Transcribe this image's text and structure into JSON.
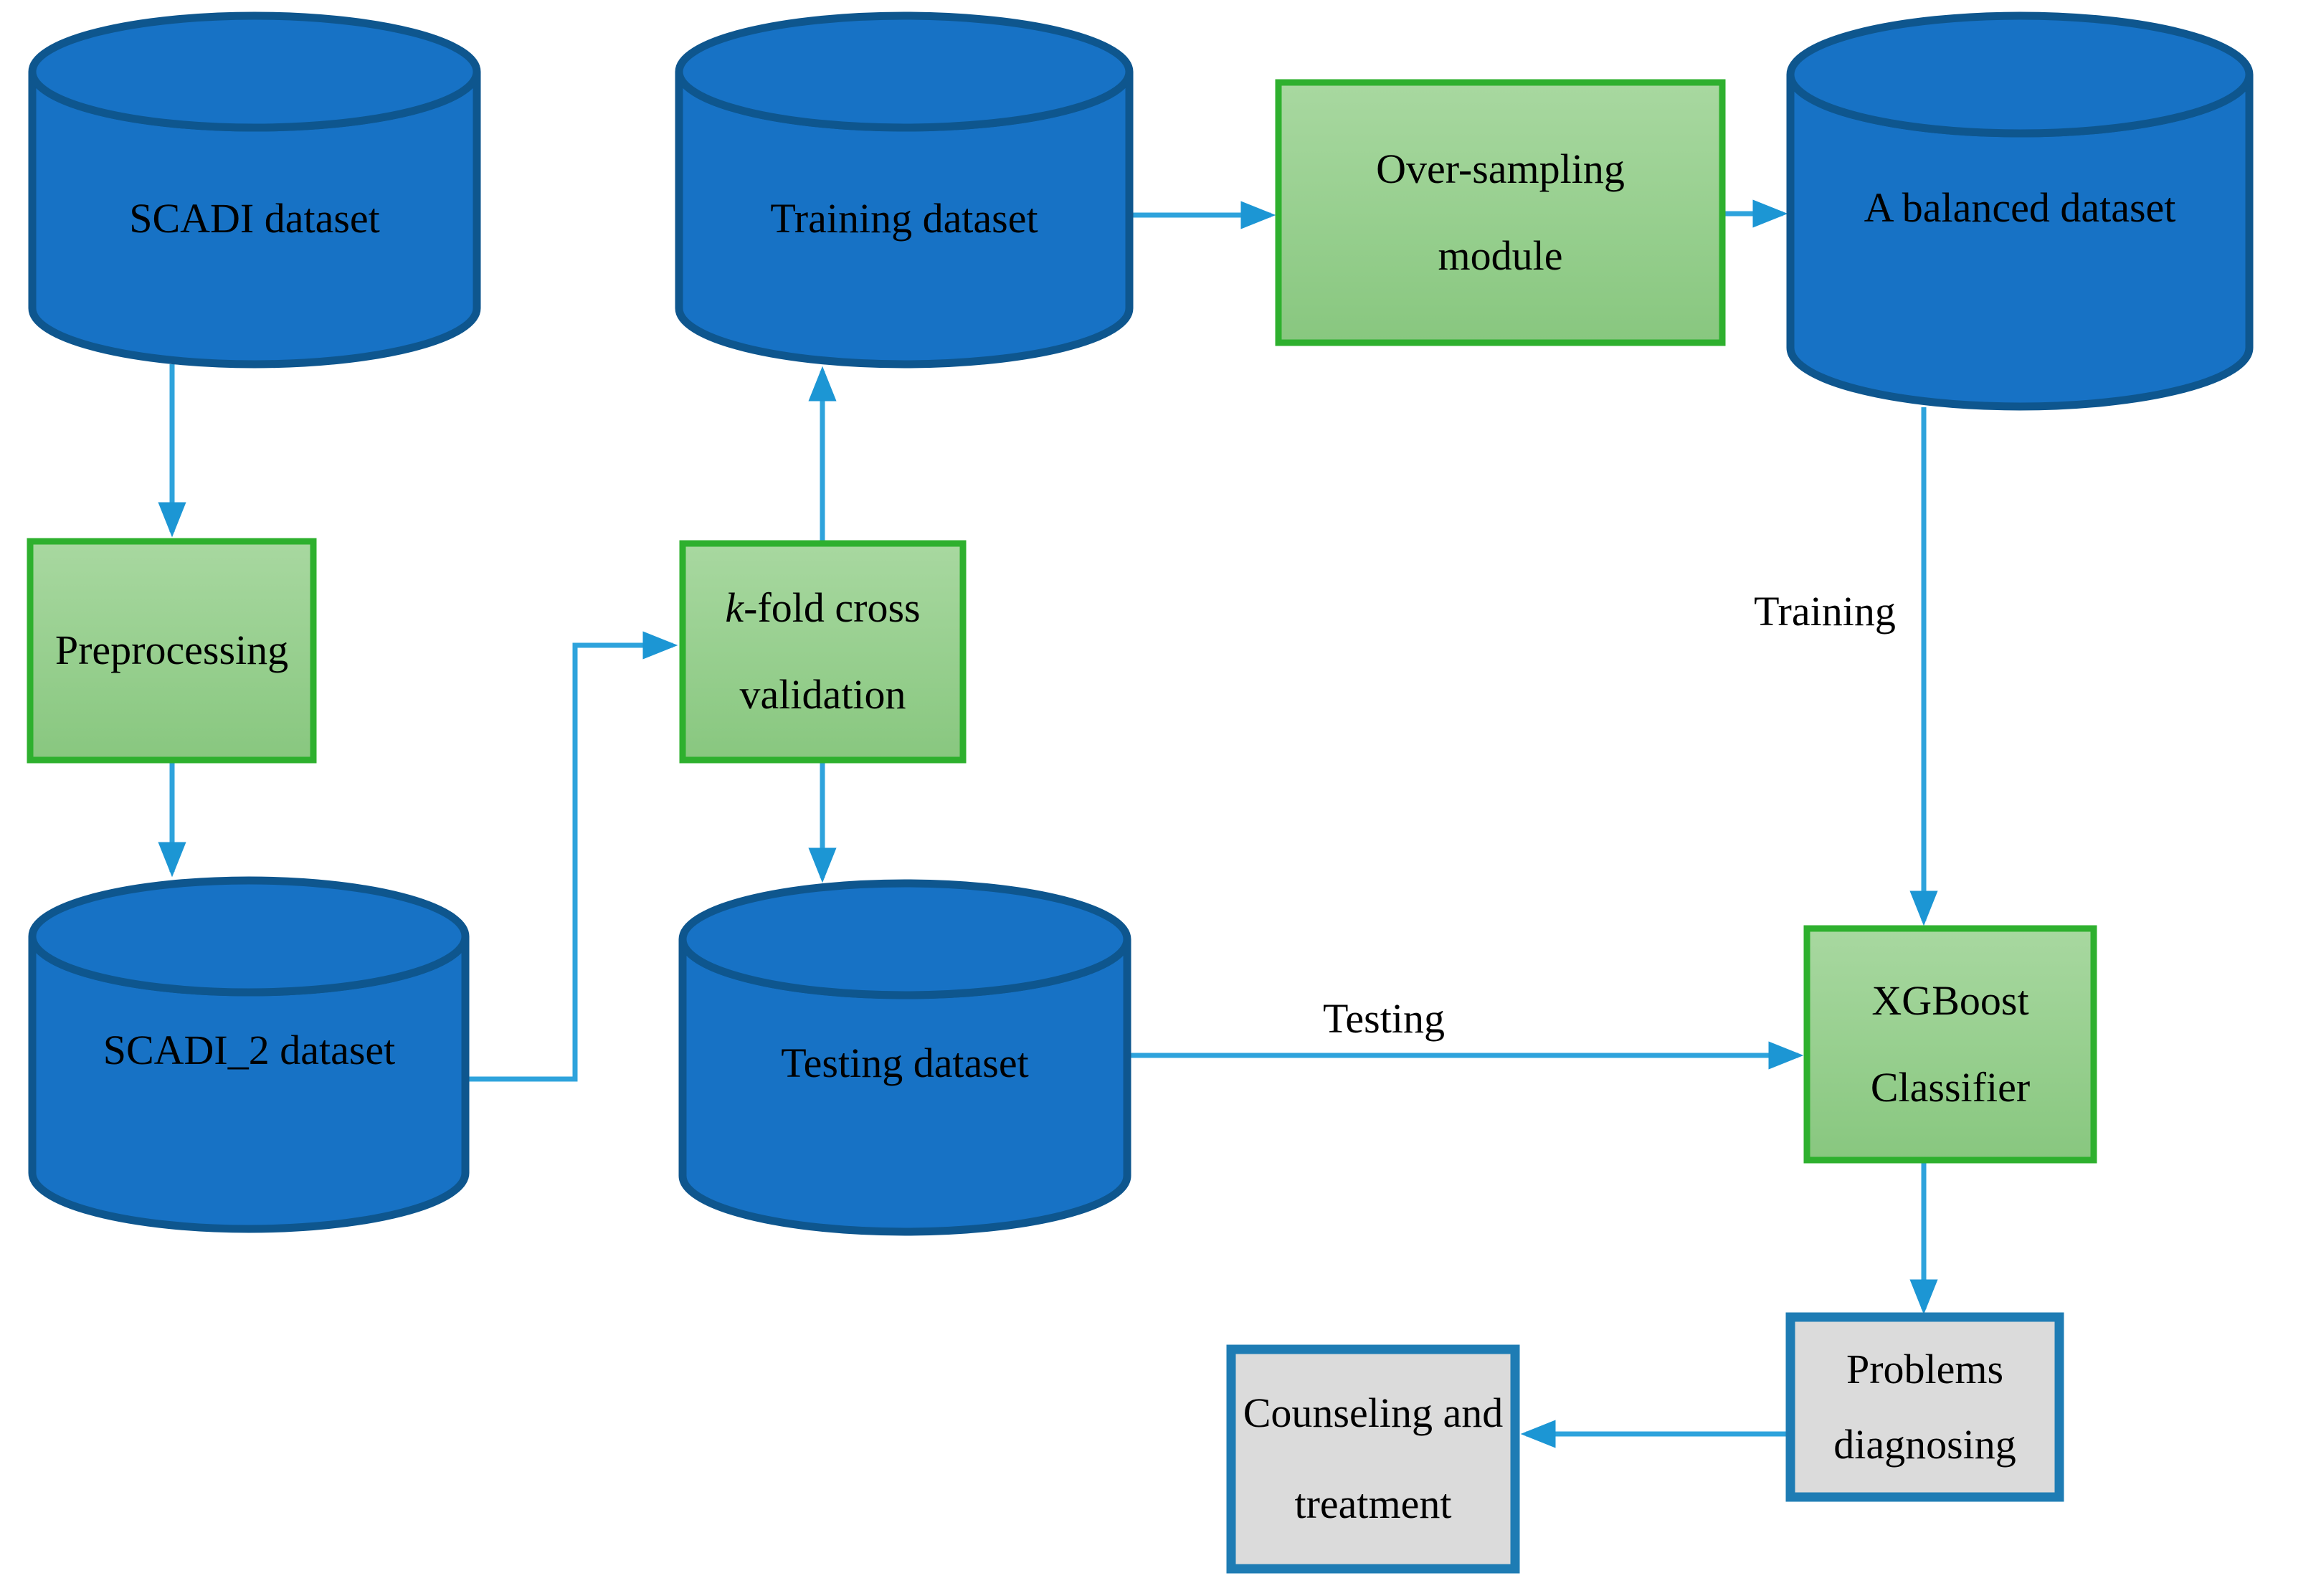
{
  "figure": {
    "type": "flowchart",
    "background": "#ffffff"
  },
  "palette": {
    "cylinder_fill": "#1772C5",
    "cylinder_border": "#0E568E",
    "process_fill_top": "#A8D8A0",
    "process_fill_bottom": "#88C77F",
    "process_border": "#2EB02E",
    "result_fill": "#DBDBDB",
    "result_border": "#1E7CB4",
    "arrow_line": "#2EA3DC",
    "arrow_head": "#1C96D4",
    "text": "#000000"
  },
  "nodes": {
    "scadi_dataset": {
      "shape": "cylinder",
      "lines": [
        "SCADI dataset"
      ]
    },
    "preprocessing": {
      "shape": "process",
      "lines": [
        "Preprocessing"
      ]
    },
    "scadi2_dataset": {
      "shape": "cylinder",
      "lines": [
        "SCADI_2 dataset"
      ]
    },
    "kfold_cross_validation": {
      "shape": "process",
      "k": "k",
      "line1_rest": "-fold cross",
      "line2": "validation"
    },
    "training_dataset": {
      "shape": "cylinder",
      "lines": [
        "Training dataset"
      ]
    },
    "testing_dataset": {
      "shape": "cylinder",
      "lines": [
        "Testing dataset"
      ]
    },
    "oversampling_module": {
      "shape": "process",
      "lines": [
        "Over-sampling",
        "module"
      ]
    },
    "balanced_dataset": {
      "shape": "cylinder",
      "lines": [
        "A balanced dataset"
      ]
    },
    "xgboost_classifier": {
      "shape": "process",
      "lines": [
        "XGBoost",
        "Classifier"
      ]
    },
    "problems_diagnosing": {
      "shape": "result",
      "lines": [
        "Problems",
        "diagnosing"
      ]
    },
    "counseling_treatment": {
      "shape": "result",
      "lines": [
        "Counseling and",
        "treatment"
      ]
    }
  },
  "edge_labels": {
    "training": "Training",
    "testing": "Testing"
  }
}
